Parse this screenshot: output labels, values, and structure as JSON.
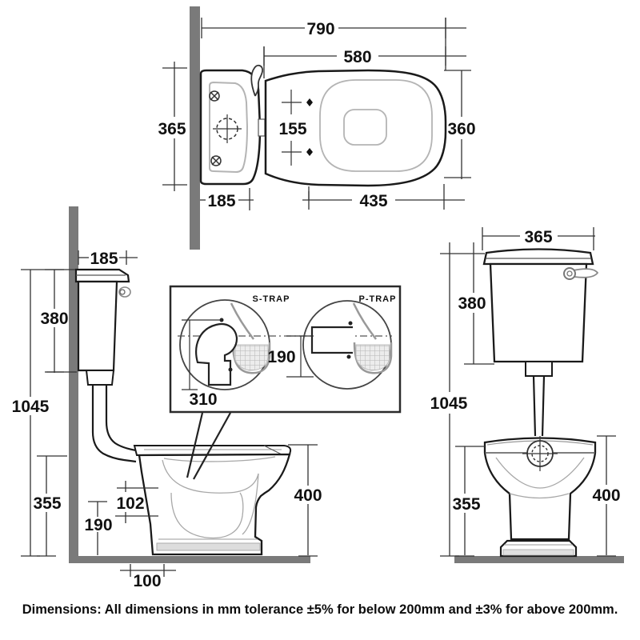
{
  "plan_view": {
    "dim_overall_depth": "790",
    "dim_pan_length": "580",
    "dim_cistern_width": "365",
    "dim_hinge_spacing": "155",
    "dim_seat_width": "360",
    "dim_cistern_depth": "185",
    "dim_bowl_length": "435"
  },
  "side_view": {
    "dim_cistern_depth": "185",
    "dim_cistern_height": "380",
    "dim_overall_height": "1045",
    "dim_seat_height": "355",
    "dim_inlet_offset": "102",
    "dim_outlet_height": "190",
    "dim_outlet_setback": "100",
    "dim_pan_height": "400"
  },
  "trap_detail": {
    "s_trap_label": "S-TRAP",
    "p_trap_label": "P-TRAP",
    "dim_s_trap_drop": "310",
    "dim_trap_height": "190"
  },
  "front_view": {
    "dim_cistern_width": "365",
    "dim_cistern_height": "380",
    "dim_overall_height": "1045",
    "dim_rim_height": "355",
    "dim_pan_height": "400"
  },
  "footer": {
    "note": "Dimensions: All dimensions in mm tolerance ±5% for below 200mm and ±3% for above 200mm."
  },
  "colors": {
    "wall_floor_gray": "#7a7a7a",
    "outline_black": "#1a1a1a",
    "detail_gray": "#b4b4b4"
  }
}
